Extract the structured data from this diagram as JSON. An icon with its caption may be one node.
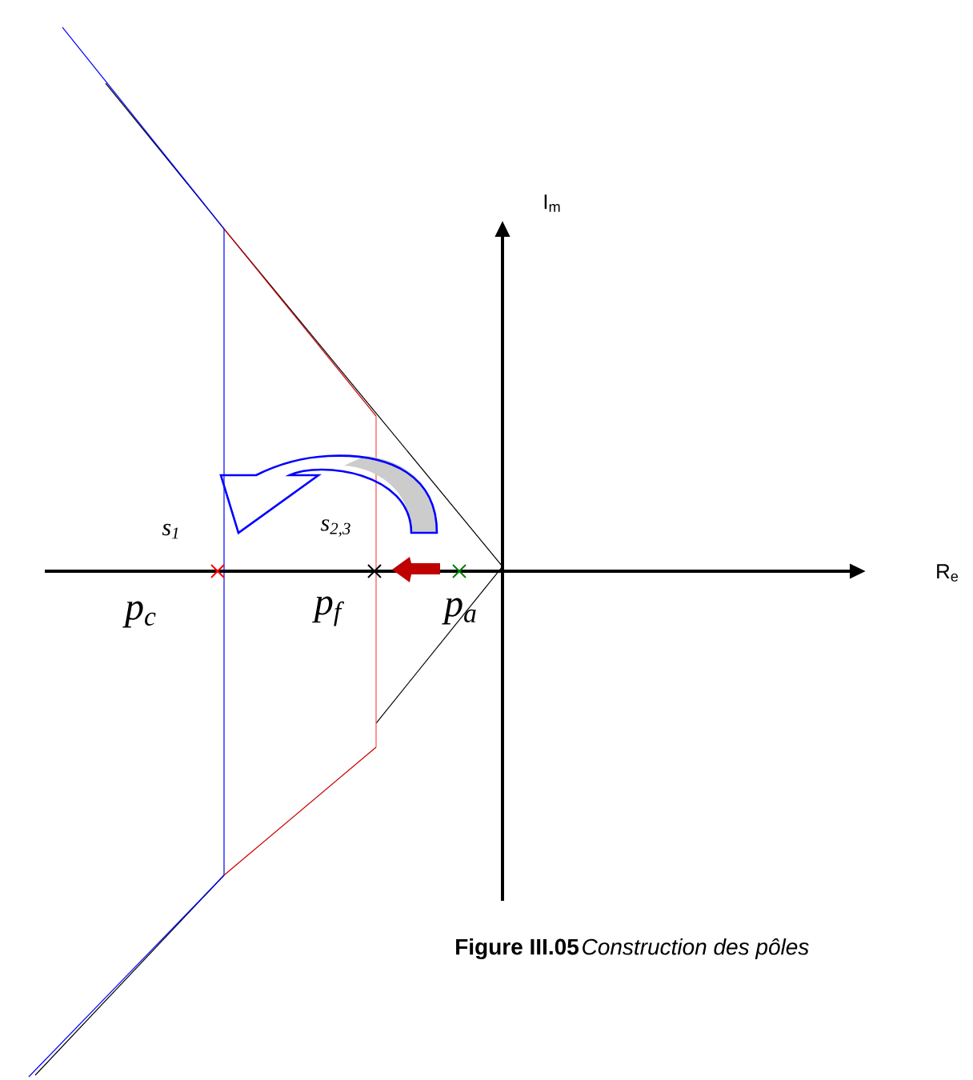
{
  "diagram": {
    "caption": "Construction des pôles",
    "labels": [
      "I$_{m}$",
      "s$_{1}$",
      "s$_{2,3}$",
      "R$_{e}$",
      "p$_{c}$",
      "p$_{f}$",
      "p$_{a}$",
      "Figure III.05"
    ]
  }
}
